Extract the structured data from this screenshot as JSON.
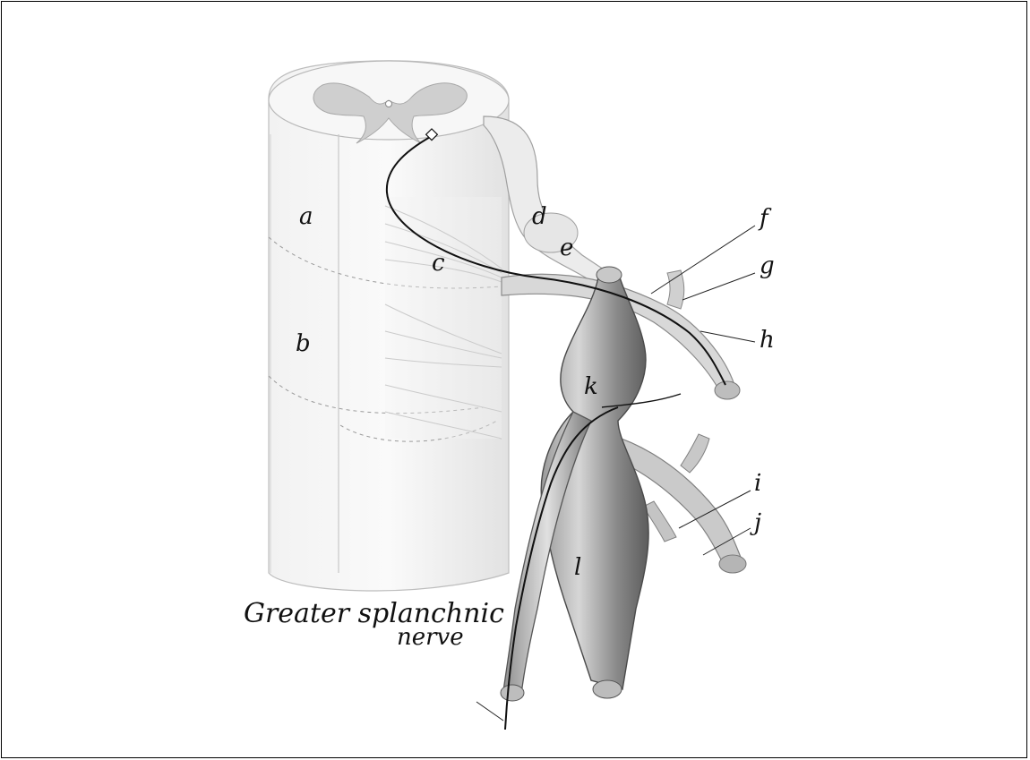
{
  "figure": {
    "labels": {
      "a": "a",
      "b": "b",
      "c": "c",
      "d": "d",
      "e": "e",
      "f": "f",
      "g": "g",
      "h": "h",
      "i": "i",
      "j": "j",
      "k": "k",
      "l": "l"
    },
    "nerve_label_line1": "Greater splanchnic",
    "nerve_label_line2": "nerve"
  },
  "colors": {
    "ink": "#111111",
    "gray_matter": "#cfcfcf",
    "cord_shade": "#e6e6e6",
    "ganglion_dark": "#6e6e6e",
    "ganglion_light": "#bdbdbd"
  }
}
